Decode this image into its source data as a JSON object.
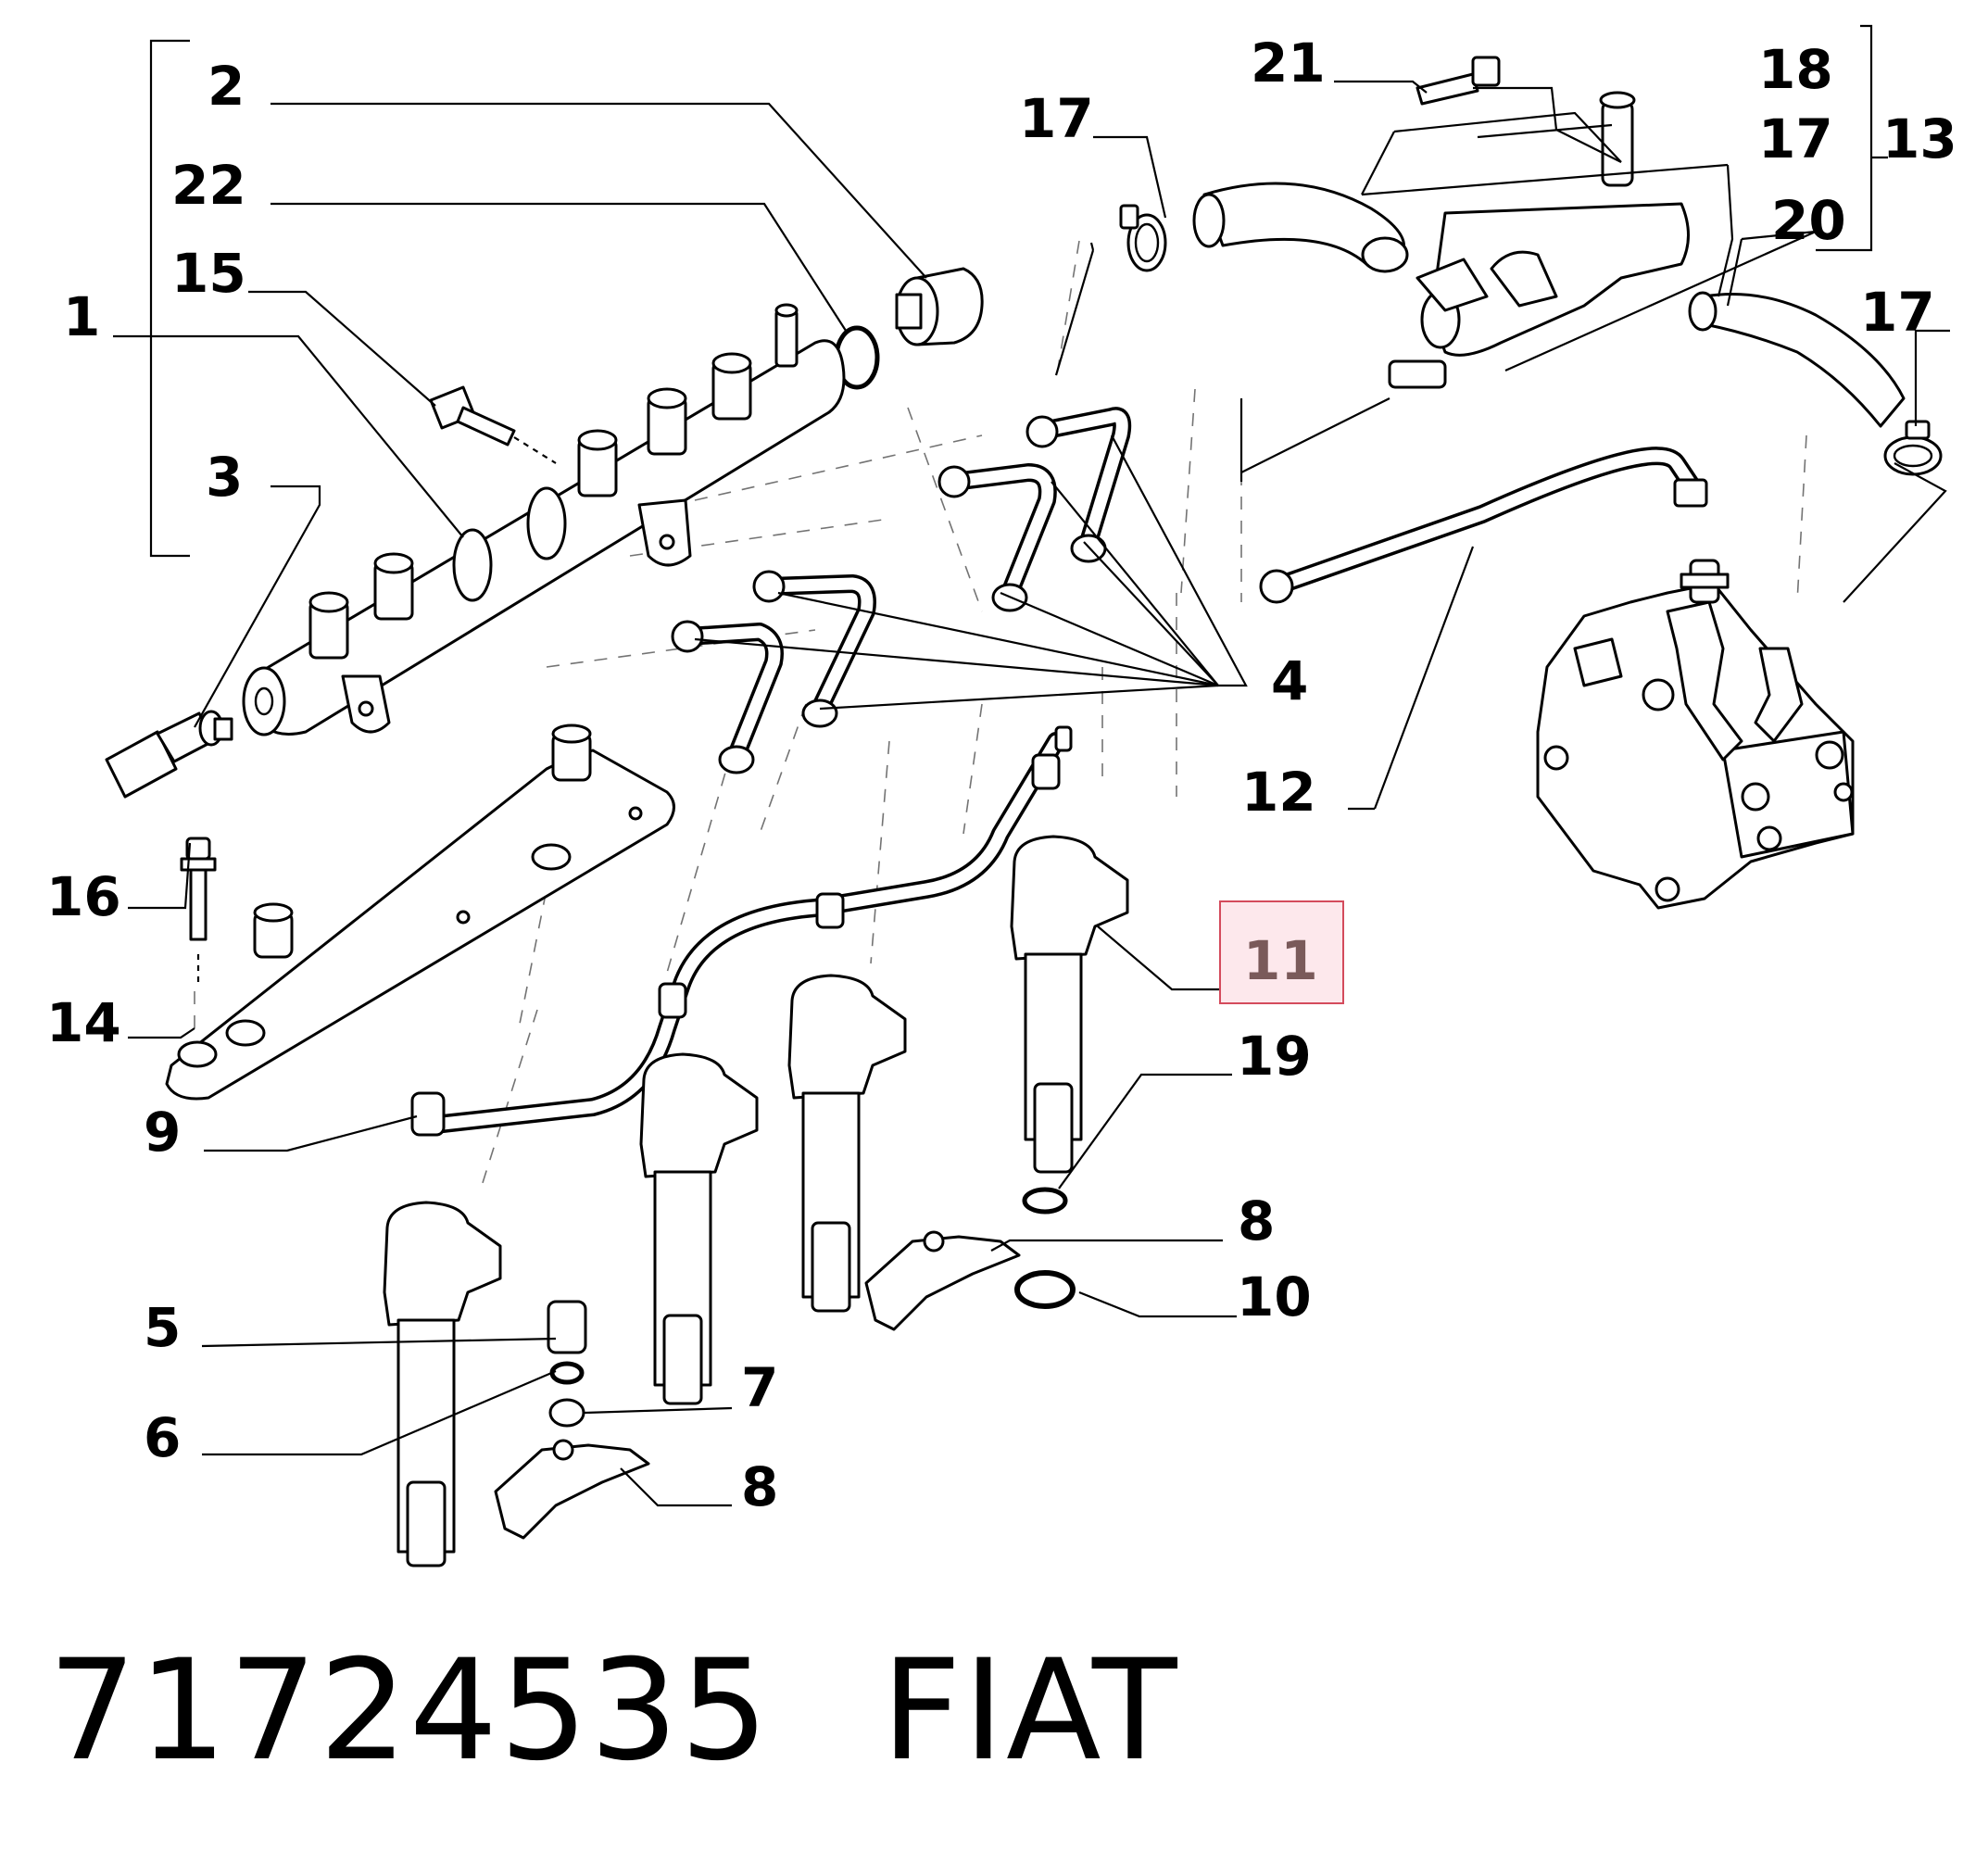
{
  "callouts": {
    "c1": "1",
    "c2": "2",
    "c3": "3",
    "c4": "4",
    "c5": "5",
    "c6": "6",
    "c7": "7",
    "c8a": "8",
    "c8b": "8",
    "c9": "9",
    "c10": "10",
    "c11": "11",
    "c12": "12",
    "c13": "13",
    "c14": "14",
    "c15": "15",
    "c16": "16",
    "c17a": "17",
    "c17b": "17",
    "c17c": "17",
    "c18": "18",
    "c19": "19",
    "c20": "20",
    "c21": "21",
    "c22": "22"
  },
  "highlighted_callout": "11",
  "highlight_color": "#d44b5c",
  "caption": {
    "part_number": "71724535",
    "brand": "FIAT"
  }
}
